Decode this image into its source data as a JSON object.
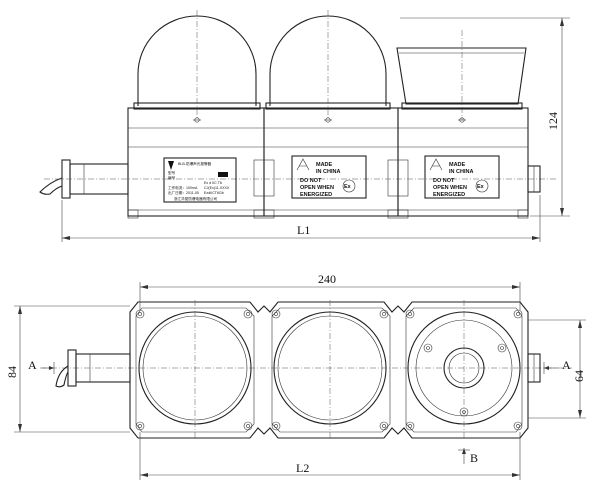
{
  "dimensions": {
    "length_l1": "L1",
    "height_124": "124",
    "width_240": "240",
    "depth_84": "84",
    "inner_64": "64",
    "length_l2": "L2"
  },
  "section_marks": {
    "a_left": "A",
    "a_right": "A",
    "b_bottom": "B"
  },
  "plates": {
    "module_1": {
      "title": "BLB-防爆声光报警器",
      "rows": [
        "型号",
        "编号",
        "",
        "工作电流：100mA",
        "出厂日期：2011-05"
      ],
      "rows_right": [
        "Ex d IIC T6",
        "CJ(Ex)11.XXXX",
        "ExdIICT6Gb"
      ],
      "maker": "浙江华夏防爆电器有限公司"
    },
    "module_2": {
      "made_in": [
        "MADE",
        "IN CHINA"
      ],
      "warning": [
        "DO NOT",
        "OPEN WHEN",
        "ENERGIZED"
      ],
      "ex_mark": "Ex"
    },
    "module_3": {
      "made_in": [
        "MADE",
        "IN CHINA"
      ],
      "warning": [
        "DO NOT",
        "OPEN WHEN",
        "ENERGIZED"
      ],
      "ex_mark": "Ex"
    }
  }
}
